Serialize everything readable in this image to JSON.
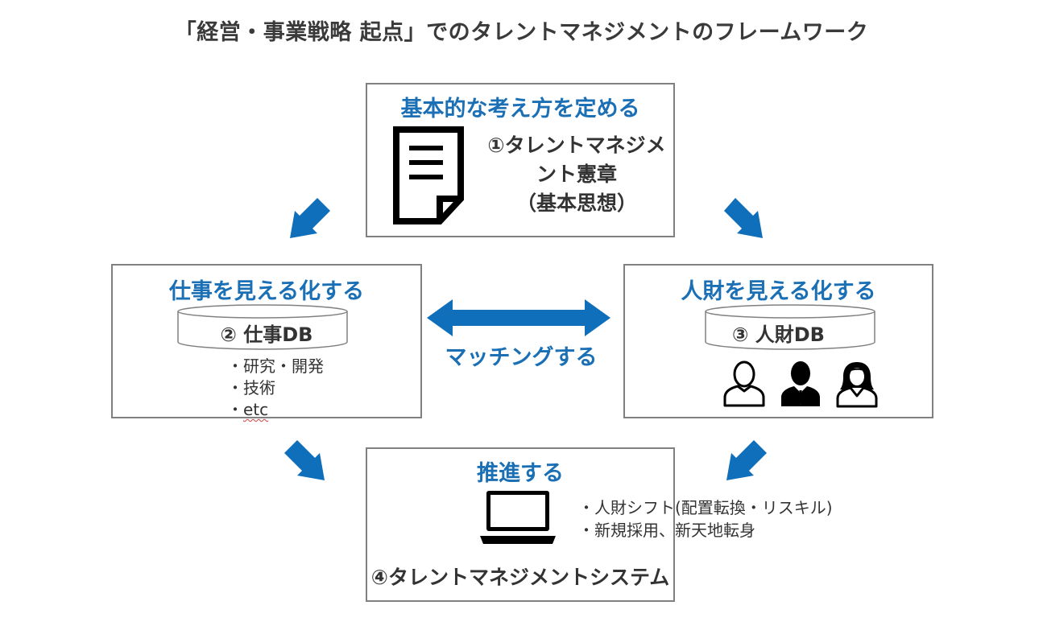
{
  "title": "「経営・事業戦略 起点」でのタレントマネジメントのフレームワーク",
  "top_box": {
    "heading": "基本的な考え方を定める",
    "item_lines": [
      "①タレントマネジメ",
      "ント憲章",
      "（基本思想）"
    ]
  },
  "left_box": {
    "heading": "仕事を見える化する",
    "db_label": "② 仕事DB",
    "bullets": [
      "・研究・開発",
      "・技術",
      "・etc"
    ]
  },
  "right_box": {
    "heading": "人財を見える化する",
    "db_label": "③ 人財DB"
  },
  "bottom_box": {
    "heading": "推進する",
    "bullets": [
      "・人財シフト(配置転換・リスキル)",
      "・新規採用、新天地転身"
    ],
    "system_label": "④タレントマネジメントシステム"
  },
  "matching_label": "マッチングする",
  "colors": {
    "accent": "#1a6fb5",
    "arrow": "#0f6fba",
    "border": "#808080"
  },
  "icons": [
    "document-icon",
    "database-icon",
    "person-outline-icon",
    "person-suit-icon",
    "person-female-icon",
    "laptop-icon",
    "arrow-down-left-icon",
    "arrow-down-right-icon",
    "double-arrow-icon"
  ]
}
